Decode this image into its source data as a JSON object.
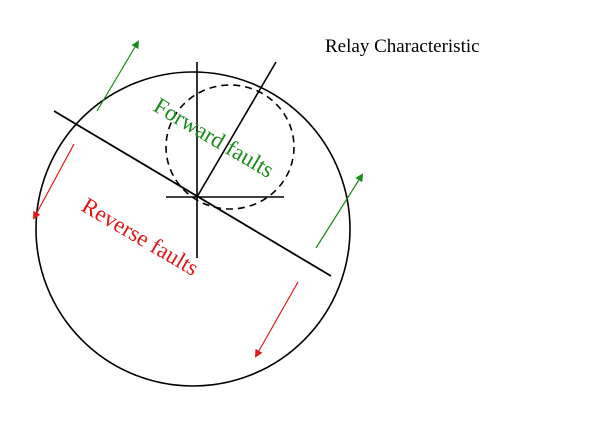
{
  "diagram": {
    "title": "Relay Characteristic",
    "forward_label": "Forward faults",
    "reverse_label": "Reverse faults",
    "colors": {
      "line": "#000000",
      "forward": "#1a8a1a",
      "reverse": "#e01818"
    }
  }
}
